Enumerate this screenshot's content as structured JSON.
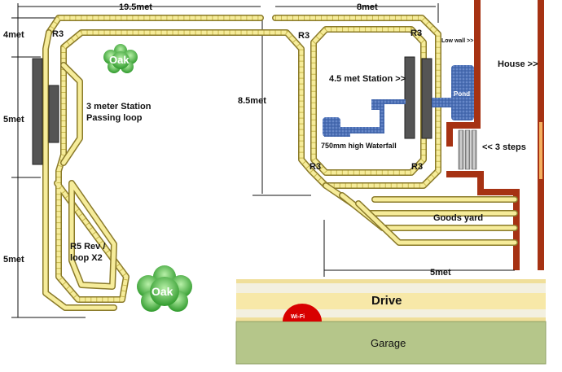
{
  "dimensions": {
    "top_left": "19.5met",
    "top_right": "8met",
    "left_top": "4met",
    "left_mid": "5met",
    "left_bottom": "5met",
    "center_vertical": "8.5met",
    "bottom_horizontal": "5met"
  },
  "curves": {
    "r3_top_left": "R3",
    "r3_top_mid": "R3",
    "r3_top_right": "R3",
    "r3_bottom_mid": "R3",
    "r3_bottom_right": "R3"
  },
  "labels": {
    "passing_loop": [
      "3 meter Station",
      "Passing loop"
    ],
    "reverse_loop": [
      "R5 Rev /",
      "loop X2"
    ],
    "station": "4.5 met Station >>",
    "waterfall": "750mm high Waterfall",
    "pond": "Pond",
    "low_wall": "Low wall >>",
    "house": "House >>",
    "steps": "<< 3 steps",
    "goods_yard": "Goods yard",
    "drive": "Drive",
    "garage": "Garage",
    "wifi": "Wi-Fi",
    "oak_top": "Oak",
    "oak_bottom": "Oak"
  },
  "colors": {
    "wall": "#a63213",
    "track_border": "#8a7a2a",
    "track_fill": "#f6ec9a",
    "garage": "#b5c68a",
    "drive_band": "#f7e8a8",
    "pond": "#4b6fb5",
    "tree": "#3fa53a",
    "wifi": "#d80000"
  }
}
